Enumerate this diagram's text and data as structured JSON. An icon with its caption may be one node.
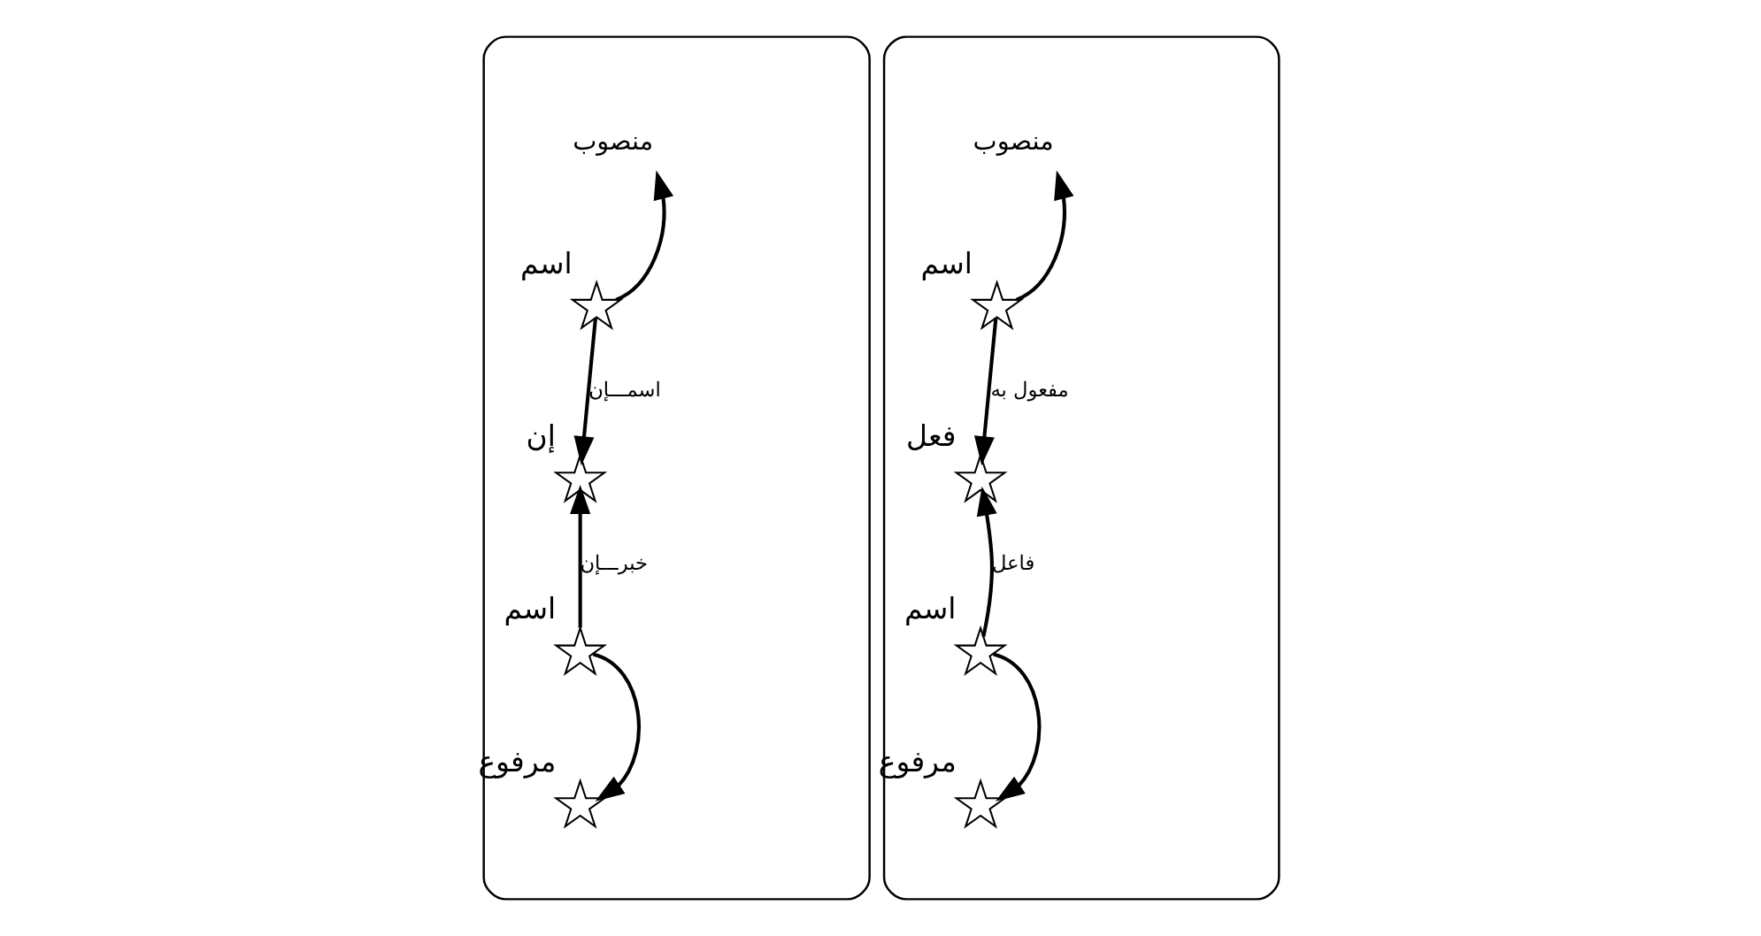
{
  "diagram": {
    "nodes": [
      {
        "text": [],
        "shape": "ellipse"
      },
      {
        "text": [
          "منصوب"
        ],
        "in": 0
      },
      {
        "text": [],
        "shape": "star",
        "beside": [
          "اسم"
        ],
        "in": 0
      },
      {
        "text": [],
        "shape": "star",
        "beside": [
          "إن"
        ],
        "in": 0
      },
      {
        "text": [],
        "shape": "star",
        "beside": [
          "اسم"
        ],
        "in": 0
      },
      {
        "text": [],
        "shape": "star",
        "beside": [
          "مرفوع"
        ],
        "in": 0
      },
      {
        "text": [],
        "shape": "ellipse"
      },
      {
        "text": [
          "منصوب"
        ],
        "in": 6
      },
      {
        "text": [],
        "shape": "star",
        "beside": [
          "اسم"
        ],
        "in": 6
      },
      {
        "text": [],
        "shape": "star",
        "beside": [
          "فعل"
        ],
        "in": 6
      },
      {
        "text": [],
        "shape": "star",
        "beside": [
          "اسم"
        ],
        "in": 6
      },
      {
        "text": [],
        "shape": "star",
        "beside": [
          "مرفوع"
        ],
        "in": 6
      }
    ],
    "edges": [
      {
        "from": 2,
        "to": 1,
        "arrow": "to"
      },
      {
        "from": 2,
        "to": 3,
        "arrow": "to",
        "label": "اسمـــإن"
      },
      {
        "from": 4,
        "to": 3,
        "arrow": "to",
        "label": "خبرـــإن"
      },
      {
        "from": 4,
        "to": 5,
        "arrow": "to"
      },
      {
        "from": 8,
        "to": 7,
        "arrow": "to"
      },
      {
        "from": 8,
        "to": 9,
        "arrow": "to",
        "label": "مفعول به"
      },
      {
        "from": 10,
        "to": 9,
        "arrow": "to",
        "label": "فاعل"
      },
      {
        "from": 10,
        "to": 11,
        "arrow": "to"
      }
    ]
  }
}
